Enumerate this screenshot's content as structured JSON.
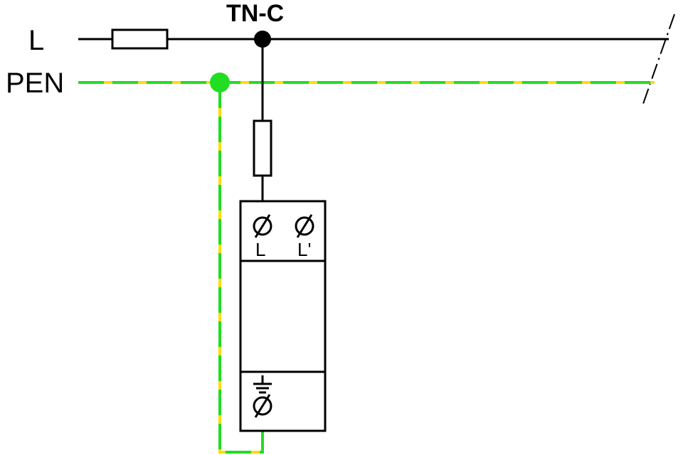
{
  "diagram": {
    "title": "TN-C",
    "conductors": {
      "line_label": "L",
      "pen_label": "PEN"
    },
    "device": {
      "terminal_in_label": "L",
      "terminal_out_label": "L'"
    }
  },
  "colors": {
    "line": "#000000",
    "pen_green": "#22dd22",
    "pen_yellow": "#ffdd00",
    "background": "#ffffff"
  }
}
